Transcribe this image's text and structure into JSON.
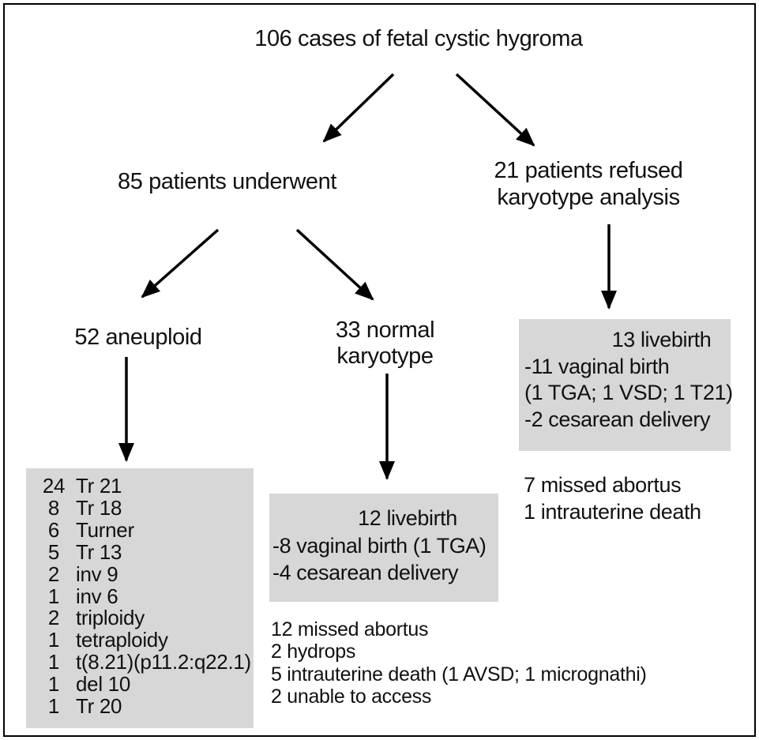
{
  "title": "106 cases of fetal cystic hygroma",
  "nodes": {
    "underwent": "85 patients underwent",
    "refused_line1": "21 patients refused",
    "refused_line2": "karyotype analysis",
    "aneuploid": "52 aneuploid",
    "normal_line1": "33 normal",
    "normal_line2": "karyotype"
  },
  "aneuploid_box": {
    "rows": [
      {
        "count": "24",
        "label": "Tr 21"
      },
      {
        "count": "8",
        "label": "Tr 18"
      },
      {
        "count": "6",
        "label": "Turner"
      },
      {
        "count": "5",
        "label": "Tr 13"
      },
      {
        "count": "2",
        "label": "inv 9"
      },
      {
        "count": "1",
        "label": "inv 6"
      },
      {
        "count": "2",
        "label": "triploidy"
      },
      {
        "count": "1",
        "label": "tetraploidy"
      },
      {
        "count": "1",
        "label": "t(8.21)(p11.2:q22.1)"
      },
      {
        "count": "1",
        "label": "del 10"
      },
      {
        "count": "1",
        "label": "Tr 20"
      }
    ]
  },
  "normal_outcome_box": {
    "line1": "12 livebirth",
    "line2": "-8 vaginal birth (1 TGA)",
    "line3": "-4 cesarean delivery"
  },
  "normal_outcome_notes": [
    "12 missed abortus",
    "2 hydrops",
    "5 intrauterine death (1 AVSD; 1 micrognathi)",
    "2 unable to access"
  ],
  "refused_outcome_box": {
    "line1": "13 livebirth",
    "line2": "-11 vaginal birth",
    "line3": "(1 TGA; 1 VSD; 1 T21)",
    "line4": "-2 cesarean delivery"
  },
  "refused_outcome_notes": [
    "7 missed abortus",
    "1 intrauterine death"
  ],
  "colors": {
    "box_bg": "#d7d7d7",
    "text": "#111111",
    "arrow": "#000000"
  }
}
